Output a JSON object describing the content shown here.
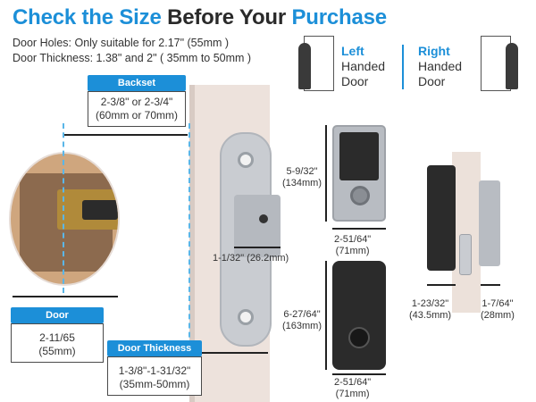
{
  "headline": {
    "part1": "Check the Size ",
    "part2": "Before Your ",
    "part3": "Purchase"
  },
  "specs": {
    "line1": "Door Holes: Only suitable for 2.17\" (55mm )",
    "line2": "Door Thickness: 1.38\" and 2\" ( 35mm to 50mm )"
  },
  "handed": {
    "left_word": "Left",
    "left_rest1": "Handed",
    "left_rest2": "Door",
    "right_word": "Right",
    "right_rest1": "Handed",
    "right_rest2": "Door"
  },
  "backset": {
    "title": "Backset",
    "line1": "2-3/8\" or 2-3/4\"",
    "line2": "(60mm or 70mm)"
  },
  "door_hole": {
    "title": "Door Hole(Diameter)",
    "line1": "2-11/65",
    "line2": "(55mm)"
  },
  "door_thickness": {
    "title": "Door Thickness",
    "line1": "1-3/8\"-1-31/32\"",
    "line2": "(35mm-50mm)"
  },
  "latch_dim": "1-1/32\" (26.2mm)",
  "keypad_height": {
    "line1": "5-9/32\"",
    "line2": "(134mm)"
  },
  "keypad_width": {
    "line1": "2-51/64\"",
    "line2": "(71mm)"
  },
  "interior_height": {
    "line1": "6-27/64\"",
    "line2": "(163mm)"
  },
  "interior_width": {
    "line1": "2-51/64\"",
    "line2": "(71mm)"
  },
  "side_depth_left": {
    "line1": "1-23/32\"",
    "line2": "(43.5mm)"
  },
  "side_depth_right": {
    "line1": "1-7/64\"",
    "line2": "(28mm)"
  },
  "colors": {
    "accent": "#1c8fd8",
    "wall": "#ede2dc",
    "lock_dark": "#2b2b2b",
    "lock_silver": "#b8bcc2"
  }
}
